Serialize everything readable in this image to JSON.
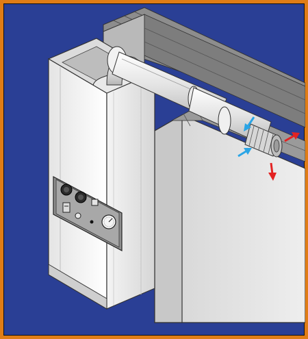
{
  "colors": {
    "frame": "#e07d16",
    "background": "#2a3f95",
    "wall_face": "#e8e8e8",
    "wall_brick": "#8a8a8a",
    "boiler_body": "#f2f2f2",
    "flue_pipe": "#e6e6e6",
    "air_intake_arrow": "#2aa5e6",
    "exhaust_arrow": "#e32222"
  },
  "components": {
    "wall": "wall",
    "boiler": "boiler",
    "flue": "flue-pipe",
    "control_panel": "control-panel"
  },
  "icons": {
    "air_intake": "arrow-in-icon",
    "exhaust": "arrow-out-icon"
  }
}
